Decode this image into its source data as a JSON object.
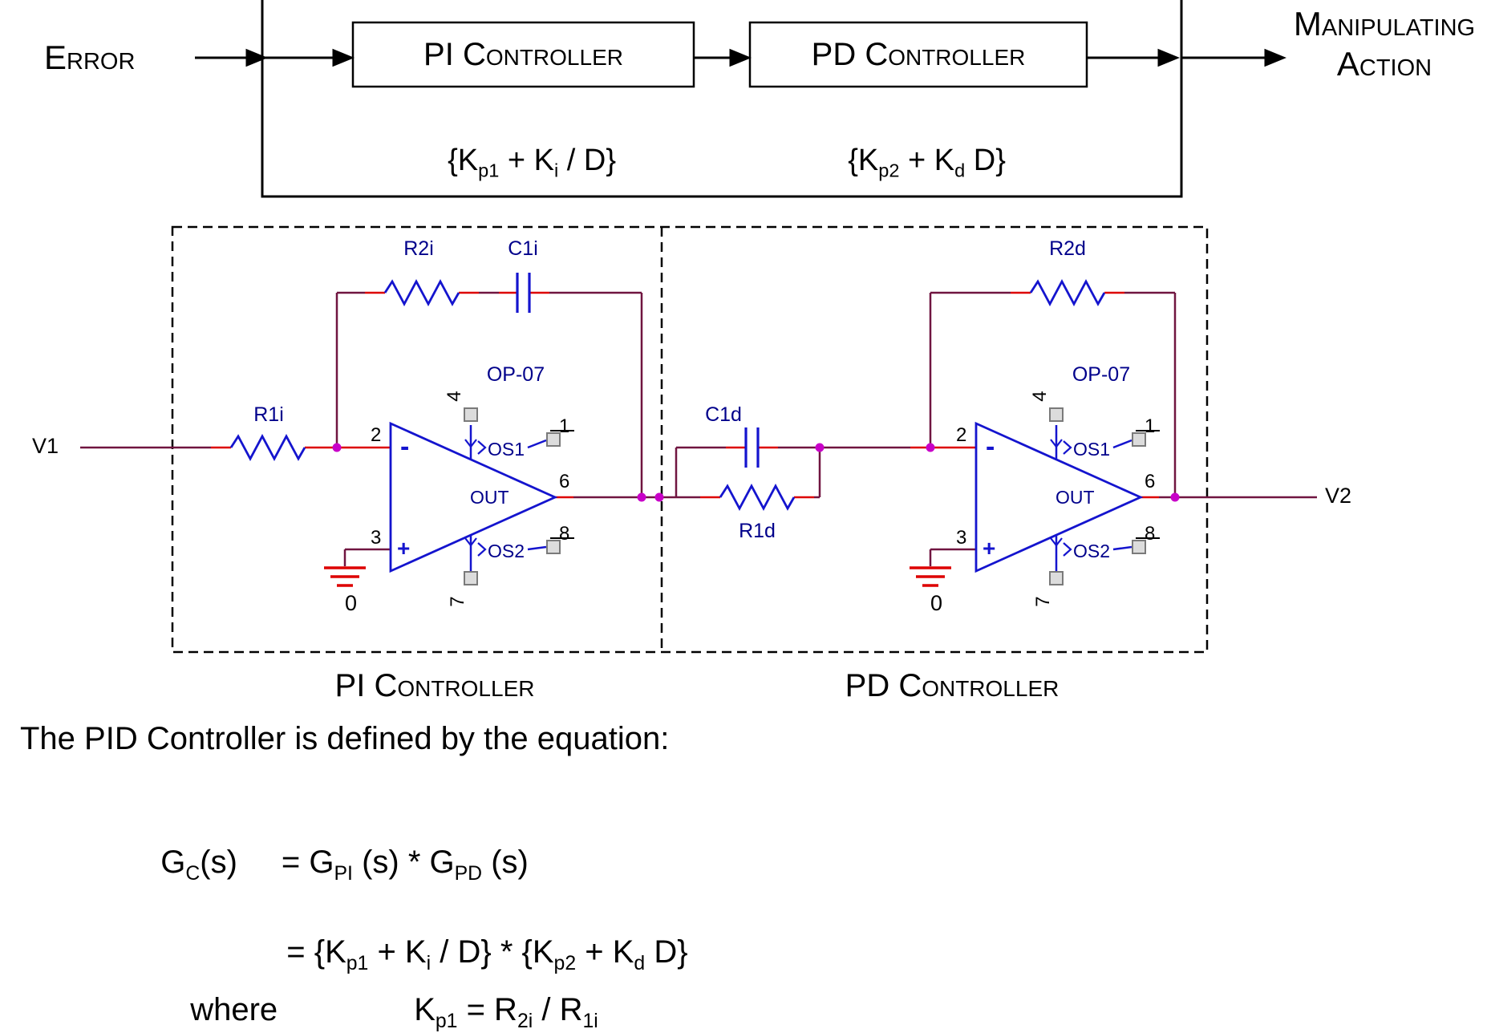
{
  "block_diagram": {
    "error_label": "Error",
    "pi_box": "PI Controller",
    "pd_box": "PD Controller",
    "manipulating_line1": "Manipulating",
    "manipulating_line2": "Action",
    "pi_eq": {
      "t1": "{K",
      "s1": "p1",
      "t2": " + K",
      "s2": "i",
      "t3": " / D}"
    },
    "pd_eq": {
      "t1": "{K",
      "s1": "p2",
      "t2": " + K",
      "s2": "d",
      "t3": " D}"
    }
  },
  "circuit": {
    "input_label": "V1",
    "output_label": "V2",
    "pi_section": {
      "title": "PI Controller",
      "r1": "R1i",
      "r2": "R2i",
      "c1": "C1i",
      "opamp": "OP-07",
      "pin_inv": "2",
      "pin_ninv": "3",
      "pin_vplus": "4",
      "pin_vminus": "7",
      "pin_out": "6",
      "pin_os1": "1",
      "pin_os2": "8",
      "minus": "-",
      "plus": "+",
      "os1": "OS1",
      "os2": "OS2",
      "out": "OUT",
      "gnd": "0"
    },
    "pd_section": {
      "title": "PD Controller",
      "r1": "R1d",
      "r2": "R2d",
      "c1": "C1d",
      "opamp": "OP-07",
      "pin_inv": "2",
      "pin_ninv": "3",
      "pin_vplus": "4",
      "pin_vminus": "7",
      "pin_out": "6",
      "pin_os1": "1",
      "pin_os2": "8",
      "minus": "-",
      "plus": "+",
      "os1": "OS1",
      "os2": "OS2",
      "out": "OUT",
      "gnd": "0"
    }
  },
  "text": {
    "intro": "The PID Controller is defined by the equation:",
    "eq1": {
      "t1": "G",
      "s1": "C",
      "t2": "(s)",
      "t3": "= G",
      "s2": "PI",
      "t4": " (s) * G",
      "s3": "PD",
      "t5": " (s)"
    },
    "eq2": {
      "t1": "= {K",
      "s1": "p1",
      "t2": " + K",
      "s2": "i",
      "t3": " / D} * {K",
      "s3": "p2",
      "t4": " + K",
      "s4": "d",
      "t5": " D}"
    },
    "eq3": {
      "t1": "where",
      "t2": "K",
      "s1": "p1",
      "t3": " = R",
      "s2": "2i",
      "t4": " / R",
      "s3": "1i"
    }
  },
  "colors": {
    "wire": "#701540",
    "component_lead": "#DD0000",
    "component_body": "#1414CE",
    "label": "#00008B",
    "junction": "#C800C8",
    "ground": "#DD0000",
    "terminal_fill": "#DCDCDC",
    "terminal_border": "#7A7A7A"
  }
}
